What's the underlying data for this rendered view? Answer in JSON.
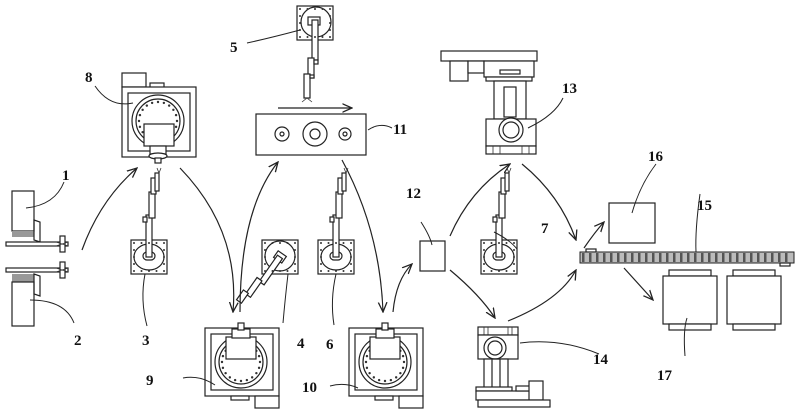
{
  "diagram": {
    "type": "patent-system-layout",
    "description": "Automated machining/handling line with loading stations, robotic arms, machine tools, inspection, conveyor and storage",
    "components": [
      {
        "id": "1",
        "label": "1",
        "name": "upper feed station"
      },
      {
        "id": "2",
        "label": "2",
        "name": "lower feed station"
      },
      {
        "id": "3",
        "label": "3",
        "name": "robot arm"
      },
      {
        "id": "4",
        "label": "4",
        "name": "robot arm"
      },
      {
        "id": "5",
        "label": "5",
        "name": "overhead robot arm"
      },
      {
        "id": "6",
        "label": "6",
        "name": "robot arm"
      },
      {
        "id": "7",
        "label": "7",
        "name": "robot arm"
      },
      {
        "id": "8",
        "label": "8",
        "name": "machining center"
      },
      {
        "id": "9",
        "label": "9",
        "name": "machining center"
      },
      {
        "id": "10",
        "label": "10",
        "name": "machining center"
      },
      {
        "id": "11",
        "label": "11",
        "name": "transfer table"
      },
      {
        "id": "12",
        "label": "12",
        "name": "inspection unit"
      },
      {
        "id": "13",
        "label": "13",
        "name": "press / processing machine"
      },
      {
        "id": "14",
        "label": "14",
        "name": "press / processing machine"
      },
      {
        "id": "15",
        "label": "15",
        "name": "conveyor belt"
      },
      {
        "id": "16",
        "label": "16",
        "name": "buffer unit"
      },
      {
        "id": "17",
        "label": "17",
        "name": "storage bin"
      }
    ],
    "flows": [
      {
        "from": "1-2",
        "to": "8"
      },
      {
        "from": "8",
        "to": "9"
      },
      {
        "from": "9",
        "to": "11"
      },
      {
        "from": "11",
        "to": "10"
      },
      {
        "from": "10",
        "to": "12"
      },
      {
        "from": "12",
        "to": "13"
      },
      {
        "from": "12",
        "to": "14"
      },
      {
        "from": "13",
        "to": "15"
      },
      {
        "from": "14",
        "to": "15"
      },
      {
        "from": "15",
        "to": "16"
      },
      {
        "from": "15",
        "to": "17"
      }
    ]
  },
  "colors": {
    "line": "#222222",
    "background": "#ffffff",
    "conveyor_fill": "#999999"
  }
}
